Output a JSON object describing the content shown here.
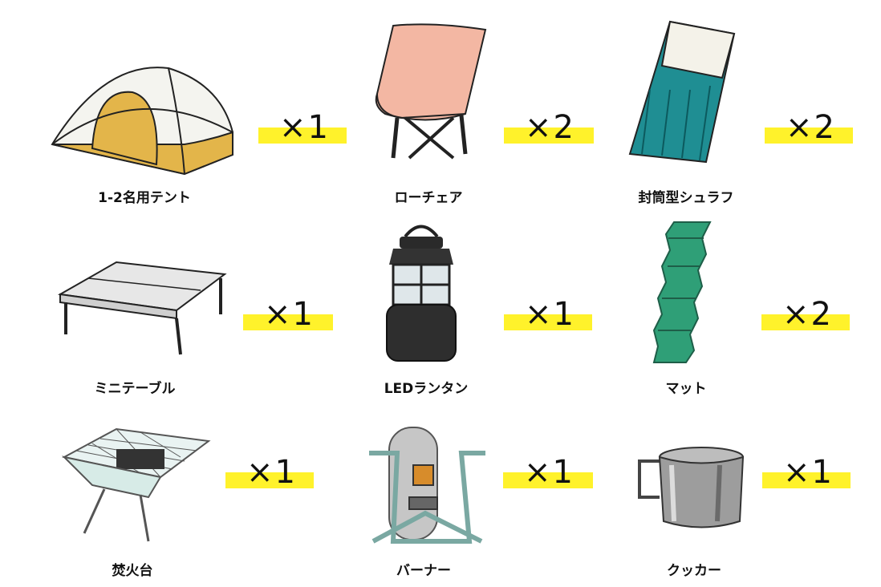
{
  "items": [
    {
      "name": "1-2名用テント",
      "qty": "×1"
    },
    {
      "name": "ローチェア",
      "qty": "×2"
    },
    {
      "name": "封筒型シュラフ",
      "qty": "×2"
    },
    {
      "name": "ミニテーブル",
      "qty": "×1"
    },
    {
      "name": "LEDランタン",
      "qty": "×1"
    },
    {
      "name": "マット",
      "qty": "×2"
    },
    {
      "name": "焚火台",
      "qty": "×1"
    },
    {
      "name": "バーナー",
      "qty": "×1"
    },
    {
      "name": "クッカー",
      "qty": "×1"
    }
  ],
  "colors": {
    "highlight": "#fff22b",
    "tent": "#e3b54a",
    "chair": "#f3b7a3",
    "sleeping_bag": "#1f8e93",
    "mat": "#2f9f77"
  },
  "icons": [
    "tent-icon",
    "chair-icon",
    "sleeping-bag-icon",
    "table-icon",
    "lantern-icon",
    "mat-icon",
    "fire-pit-icon",
    "burner-icon",
    "cooker-icon"
  ]
}
